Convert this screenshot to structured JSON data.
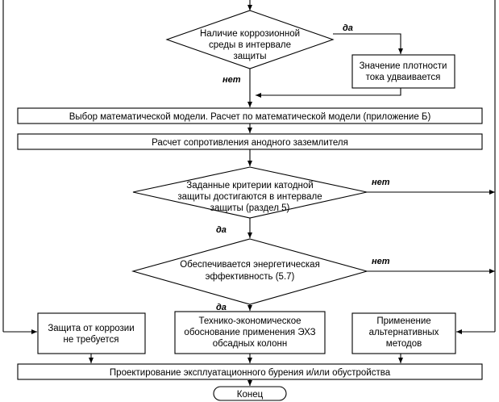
{
  "decisions": {
    "corrosion_env": [
      "Наличие коррозионной",
      "среды в интервале",
      "защиты"
    ],
    "criteria": [
      "Заданные критерии катодной",
      "защиты достигаются в интервале",
      "защиты (раздел 5)"
    ],
    "energy": [
      "Обеспечивается энергетическая",
      "эффективность (5.7)"
    ]
  },
  "processes": {
    "density_doubles": [
      "Значение плотности",
      "тока удваивается"
    ],
    "math_model": "Выбор математической модели. Расчет по математической модели (приложение Б)",
    "anode_resistance": "Расчет сопротивления анодного заземлителя",
    "no_protection": [
      "Защита от коррозии",
      "не требуется"
    ],
    "tech_econ": [
      "Технико-экономическое",
      "обоснование применения ЭХЗ",
      "обсадных колонн"
    ],
    "alternatives": [
      "Применение",
      "альтернативных",
      "методов"
    ],
    "design": "Проектирование эксплуатационного бурения и/или обустройства",
    "end": "Конец"
  },
  "labels": {
    "yes_1": "да",
    "no_1": "нет",
    "no_2": "нет",
    "yes_2": "да",
    "no_3": "нет",
    "yes_3": "да"
  }
}
